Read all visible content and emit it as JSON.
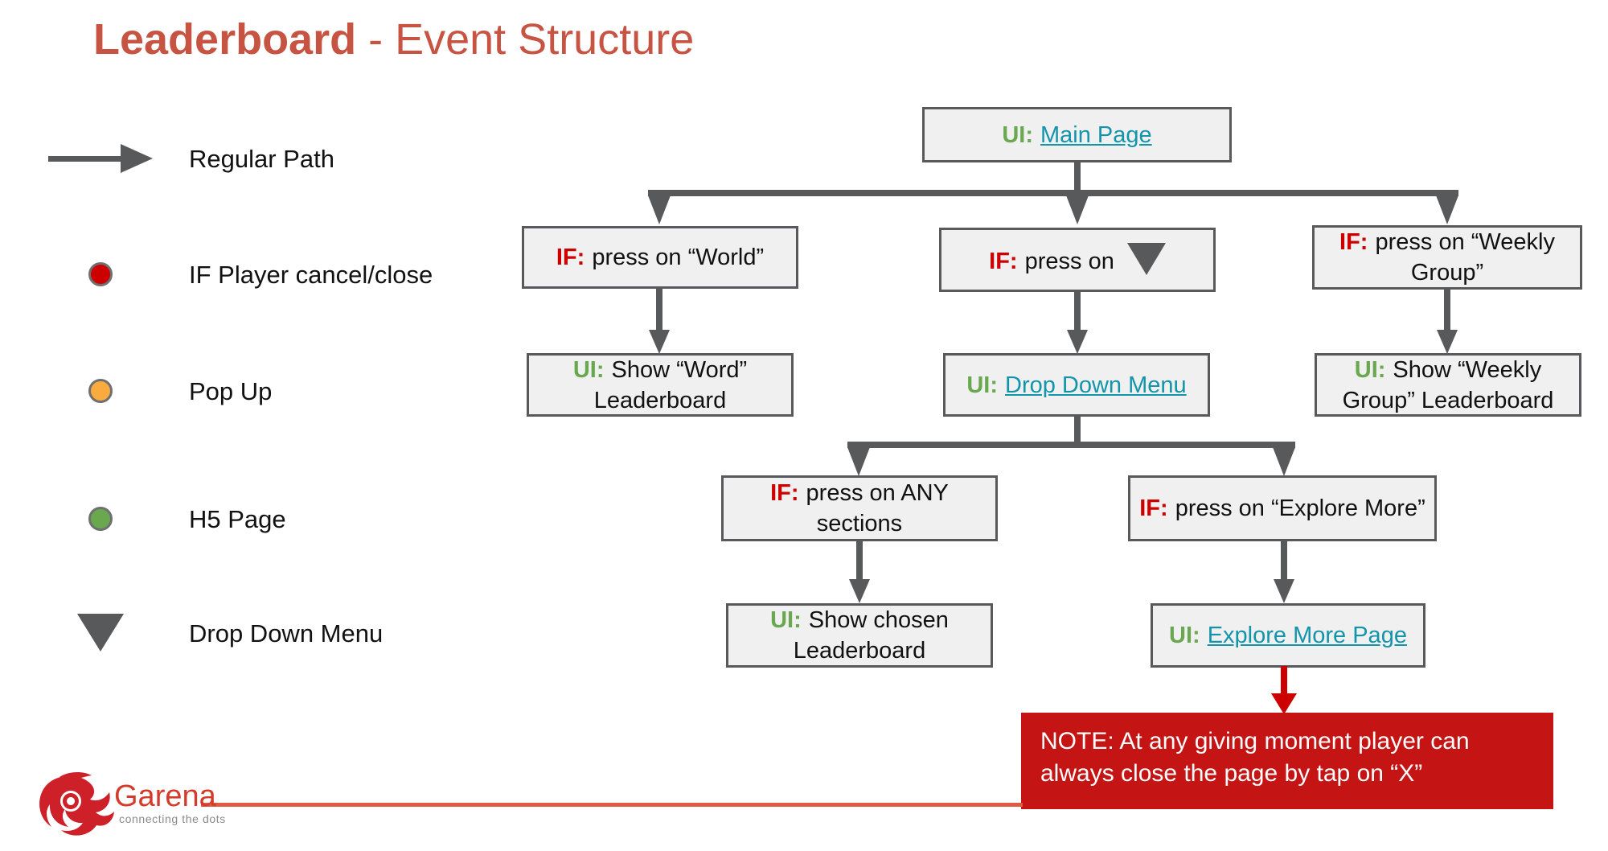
{
  "title": {
    "bold": "Leaderboard",
    "rest": " - Event Structure"
  },
  "legend": {
    "items": [
      {
        "icon": "arrow-right-icon",
        "label": "Regular Path"
      },
      {
        "icon": "red-circle-icon",
        "label": "IF Player cancel/close"
      },
      {
        "icon": "orange-circle-icon",
        "label": "Pop Up"
      },
      {
        "icon": "green-circle-icon",
        "label": "H5 Page"
      },
      {
        "icon": "triangle-down-icon",
        "label": "Drop Down Menu"
      }
    ]
  },
  "flowchart": {
    "main_page": {
      "prefix": "UI:",
      "label": "Main Page"
    },
    "if_world": {
      "prefix": "IF:",
      "label": "press on “World”"
    },
    "if_dropdown": {
      "prefix": "IF:",
      "label": "press on"
    },
    "if_weekly_group": {
      "prefix": "IF:",
      "label": "press on “Weekly Group”"
    },
    "show_word": {
      "prefix": "UI:",
      "label": "Show “Word” Leaderboard"
    },
    "drop_down_menu": {
      "prefix": "UI:",
      "label": "Drop Down Menu"
    },
    "show_weekly_group": {
      "prefix": "UI:",
      "label": "Show “Weekly Group” Leaderboard"
    },
    "if_any_sections": {
      "prefix": "IF:",
      "label": "press on ANY sections"
    },
    "if_explore_more": {
      "prefix": "IF:",
      "label": "press on “Explore More”"
    },
    "show_chosen": {
      "prefix": "UI:",
      "label": "Show chosen Leaderboard"
    },
    "explore_more_page": {
      "prefix": "UI:",
      "label": "Explore More Page"
    }
  },
  "note": {
    "text": "NOTE: At any giving moment player can always close the page by tap on “X”"
  },
  "footer": {
    "brand": "Garena",
    "tagline": "connecting the dots"
  },
  "colors": {
    "title_red": "#C75443",
    "if_red": "#CC0000",
    "ui_green": "#6AA84F",
    "link_teal": "#1295AB",
    "connector_gray": "#58595B",
    "box_fill": "#F0F0F0",
    "note_bg": "#C51414",
    "legend_orange": "#F9AB40",
    "legend_green": "#6AA84F",
    "footer_line": "#E05A44",
    "brand_red": "#D43B2A"
  }
}
